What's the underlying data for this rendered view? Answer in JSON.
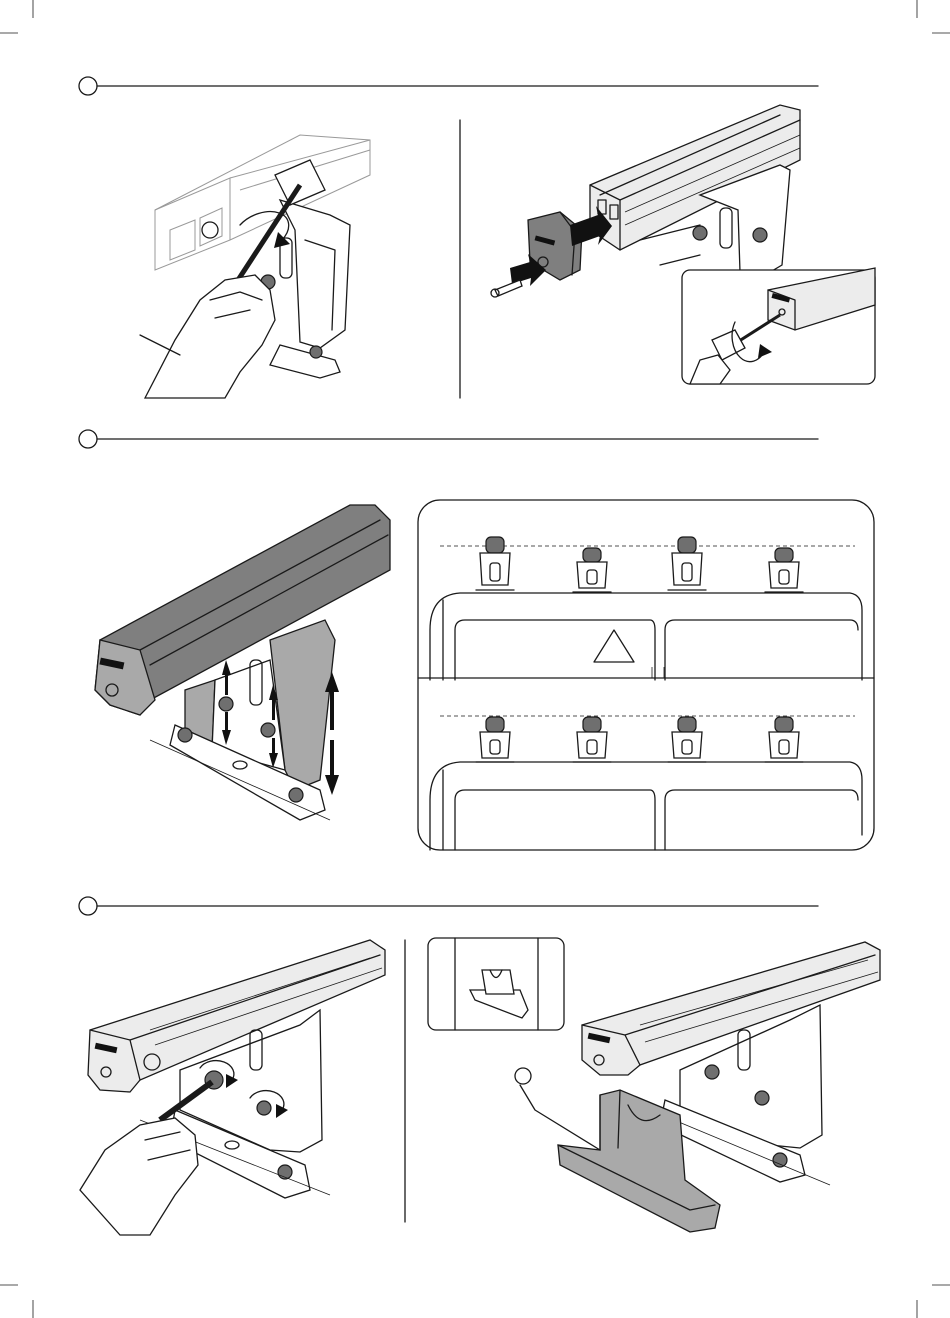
{
  "sections": [
    {
      "id": "step-1",
      "panels": [
        "remove-end-cap",
        "insert-end-cap-and-screw"
      ]
    },
    {
      "id": "step-2",
      "panels": [
        "foot-height-adjustment",
        "foot-alignment-comparison"
      ]
    },
    {
      "id": "step-3",
      "panels": [
        "tighten-bolts",
        "fitting-tool-placement"
      ]
    }
  ],
  "warning_icon": "warning-triangle-icon",
  "colors": {
    "line": "#1a1a1a",
    "bar_fill": "#7f7f7f",
    "tool_fill": "#a9a9a9",
    "frame": "#1a1a1a"
  }
}
